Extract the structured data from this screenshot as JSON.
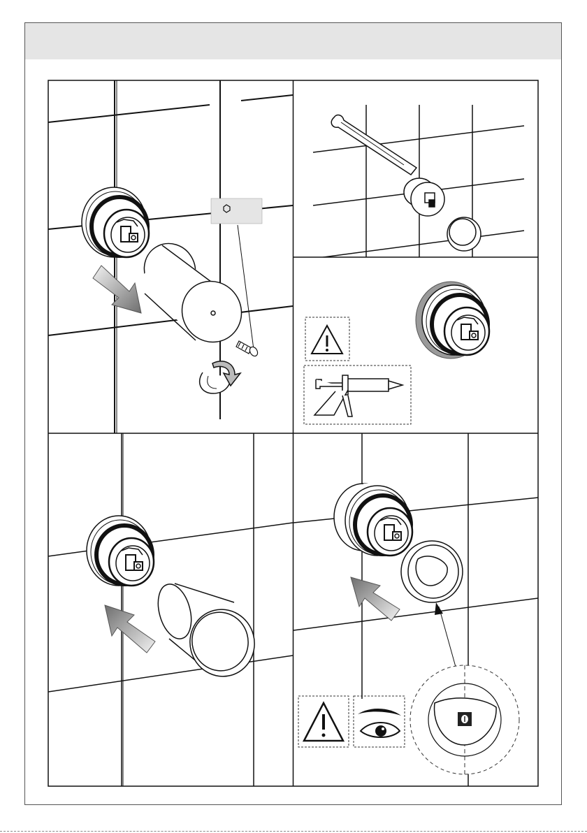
{
  "document": {
    "header_text": "",
    "panels": [
      {
        "id": "remove-cover",
        "tool": "hex-key",
        "colors": {
          "arrow": "#8a8a8a"
        }
      },
      {
        "id": "check-valve",
        "colors": {
          "lines": "#111111"
        }
      },
      {
        "id": "apply-sealant",
        "icons": [
          "warning-icon",
          "caulk-gun-icon"
        ],
        "colors": {
          "seal": "#9a9a9a"
        }
      },
      {
        "id": "fit-sleeve",
        "colors": {
          "arrow": "#8a8a8a"
        }
      },
      {
        "id": "fit-rosette",
        "icons": [
          "warning-icon",
          "eye-icon"
        ],
        "colors": {
          "marker": "#222222"
        }
      }
    ]
  }
}
